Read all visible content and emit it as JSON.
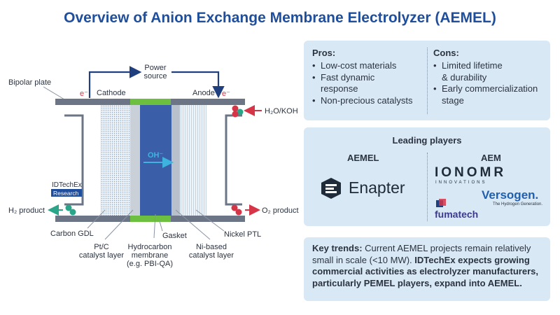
{
  "title": "Overview of Anion Exchange Membrane Electrolyzer (AEMEL)",
  "diagram": {
    "power_source": [
      "Power",
      "source"
    ],
    "bipolar_plate": "Bipolar plate",
    "electron_left": "e⁻",
    "electron_right": "e⁻",
    "cathode": "Cathode",
    "anode": "Anode",
    "oh": "OH⁻",
    "h2o_koh": "H₂O/KOH",
    "h2_product": "H₂ product",
    "o2_product": "O₂ product",
    "idtechex": "IDTechEx",
    "research": "Research",
    "carbon_gdl": "Carbon GDL",
    "ptc": [
      "Pt/C",
      "catalyst layer"
    ],
    "hydrocarbon": [
      "Hydrocarbon",
      "membrane",
      "(e.g. PBI-QA)"
    ],
    "gasket": "Gasket",
    "ni_based": [
      "Ni-based",
      "catalyst layer"
    ],
    "nickel_ptl": "Nickel PTL",
    "colors": {
      "plate": "#6b7585",
      "membrane": "#3a5fa8",
      "gasket": "#6cbf3f",
      "arrow": "#1f3f7f",
      "h2": "#2aa58a",
      "o2": "#d63447"
    }
  },
  "pros": {
    "heading": "Pros:",
    "items": [
      "Low-cost materials",
      "Fast dynamic",
      "response",
      "Non-precious catalysts"
    ]
  },
  "cons": {
    "heading": "Cons:",
    "items": [
      "Limited lifetime",
      "& durability",
      "Early commercialization",
      "stage"
    ]
  },
  "players": {
    "heading": "Leading players",
    "aemel_label": "AEMEL",
    "aem_label": "AEM",
    "enapter": "Enapter",
    "ionomr": "IONOMR",
    "ionomr_sub": "INNOVATIONS",
    "versogen": "Versogen.",
    "versogen_sub": "The Hydrogen Generation.",
    "fumatech": "fumatech"
  },
  "trends": {
    "lead": "Key trends:",
    "text": " Current AEMEL projects remain relatively small in scale (<10 MW). ",
    "bold": "IDTechEx expects growing commercial activities as electrolyzer manufacturers, particularly PEMEL players, expand into AEMEL."
  }
}
